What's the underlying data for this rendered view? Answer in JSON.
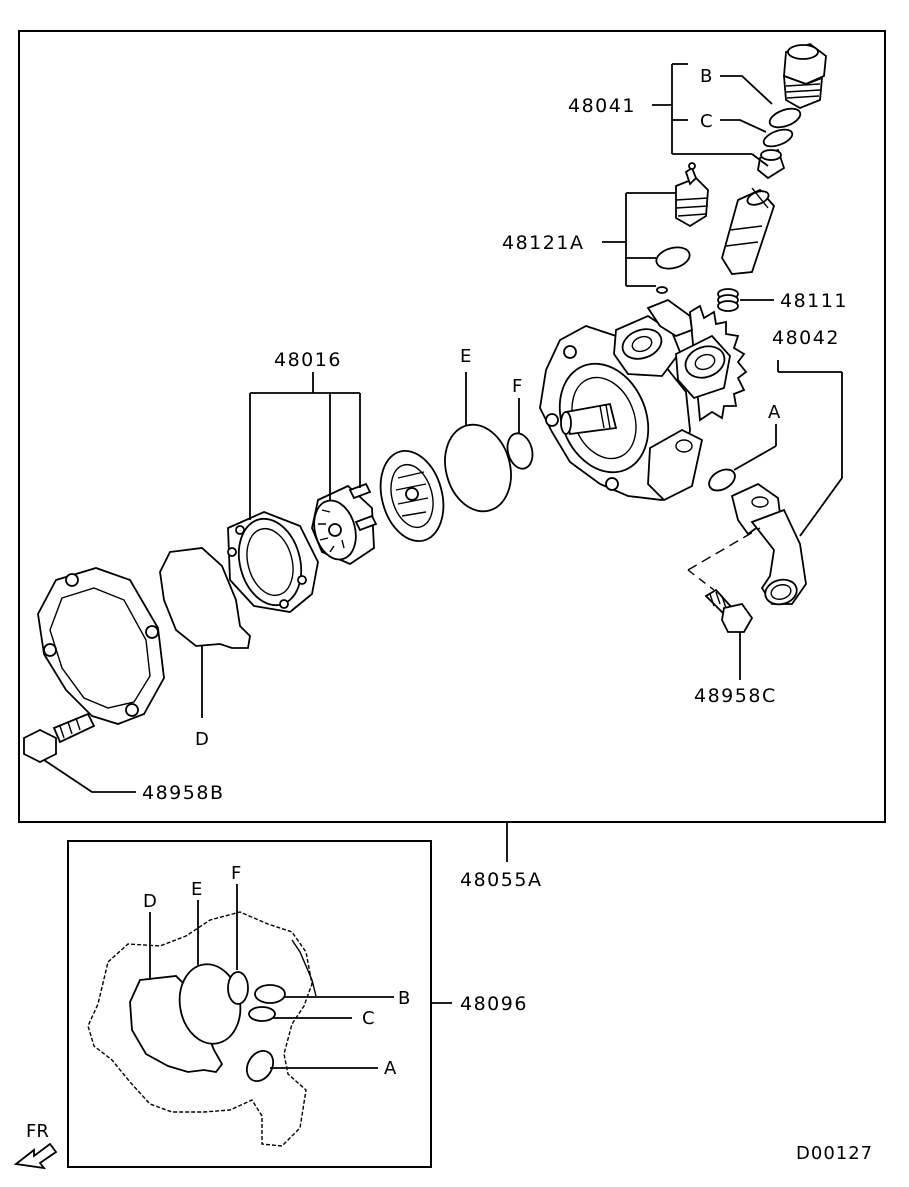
{
  "diagram_id": "D00127",
  "orientation_label": "FR",
  "main_assembly": "48055A",
  "seal_kit": "48096",
  "parts": {
    "oil_cap_kit": "48041",
    "valve_kit": "48121A",
    "spring": "48111",
    "cartridge_kit": "48016",
    "suction_connector": "48042",
    "bolt_connector": "48958C",
    "bolt_cover": "48958B"
  },
  "ring_letters": {
    "a": "A",
    "b": "B",
    "c": "C",
    "d": "D",
    "e": "E",
    "f": "F"
  }
}
